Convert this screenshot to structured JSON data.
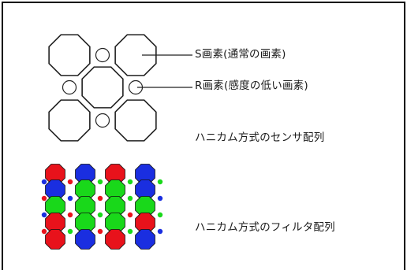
{
  "labels": {
    "s_pixel": "S画素(通常の画素)",
    "r_pixel": "R画素(感度の低い画素)"
  },
  "captions": {
    "sensor_array": "ハニカム方式のセンサ配列",
    "filter_array": "ハニカム方式のフィルタ配列"
  },
  "colors": {
    "border": "#000000",
    "outline": "#222222",
    "red": "#e8121b",
    "green": "#19d81a",
    "blue": "#1a2ee0",
    "sensor_fill": "#ffffff"
  },
  "filter_pattern": {
    "large_rows": [
      [
        "red",
        "blue",
        "red",
        "blue"
      ],
      [
        "blue",
        "green",
        "green",
        "blue"
      ],
      [
        "green",
        "green",
        "green",
        "green"
      ],
      [
        "red",
        "green",
        "green",
        "red"
      ],
      [
        "red",
        "blue",
        "red",
        "blue"
      ]
    ],
    "dot_rows": [
      [
        "red",
        "green",
        "green",
        "green"
      ],
      [
        "blue",
        "red",
        "green",
        "blue"
      ],
      [
        "red",
        "green",
        "red",
        "green"
      ],
      [
        "green",
        "red",
        "green",
        "blue"
      ]
    ]
  }
}
